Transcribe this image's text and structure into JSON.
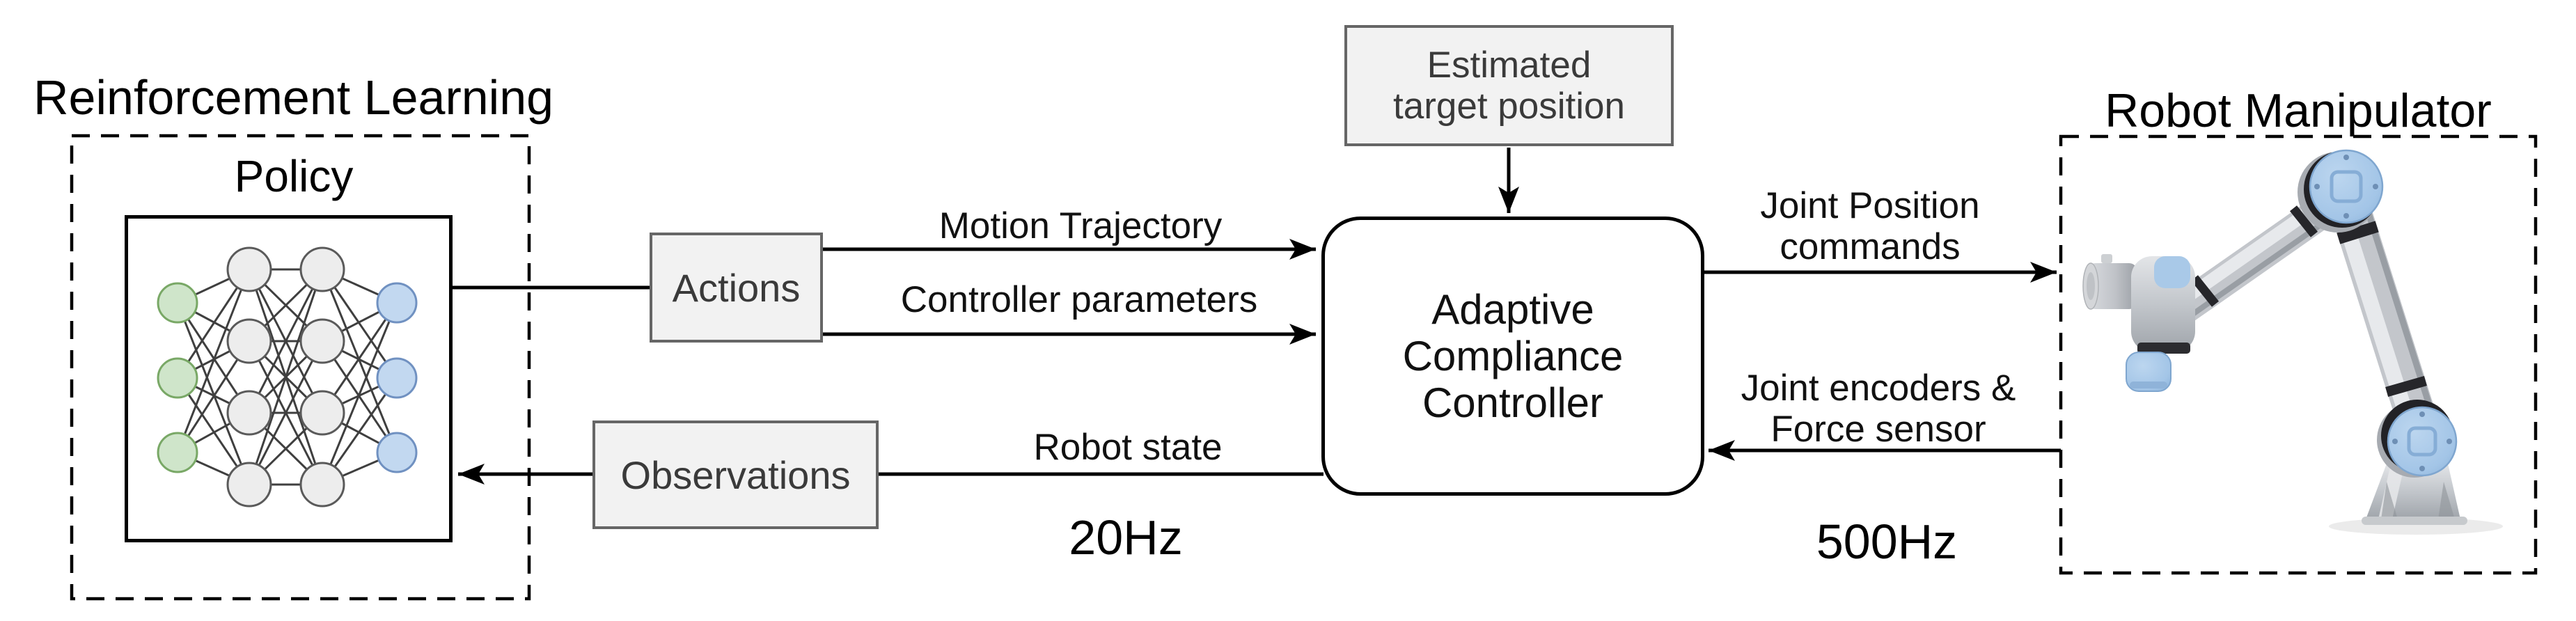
{
  "rl_group": {
    "title": "Reinforcement Learning",
    "policy_label": "Policy"
  },
  "blocks": {
    "actions": "Actions",
    "observations": "Observations",
    "estimated_target": "Estimated\ntarget position",
    "controller": "Adaptive\nCompliance\nController"
  },
  "edge_labels": {
    "motion_trajectory": "Motion Trajectory",
    "controller_parameters": "Controller parameters",
    "robot_state": "Robot state",
    "joint_position_commands": "Joint Position\ncommands",
    "joint_encoders_force": "Joint encoders &\nForce sensor"
  },
  "rates": {
    "policy_loop": "20Hz",
    "robot_loop": "500Hz"
  },
  "robot_group": {
    "title": "Robot Manipulator"
  },
  "icons": {
    "policy_visual": "neural-network-icon",
    "robot_visual": "robot-arm-icon"
  },
  "colors": {
    "background": "#ffffff",
    "box_fill": "#f2f2f2",
    "box_border": "#666666",
    "outline": "#000000",
    "box_text": "#3a3a3a",
    "nn_input_fill": "#cfe5ca",
    "nn_input_border": "#79a866",
    "nn_hidden_fill": "#ededed",
    "nn_hidden_border": "#5a5a5a",
    "nn_output_fill": "#c2d8f0",
    "nn_output_border": "#7091c1",
    "robot_joint_blue": "#a9c9e8",
    "robot_silver": "#c3c6cb"
  }
}
